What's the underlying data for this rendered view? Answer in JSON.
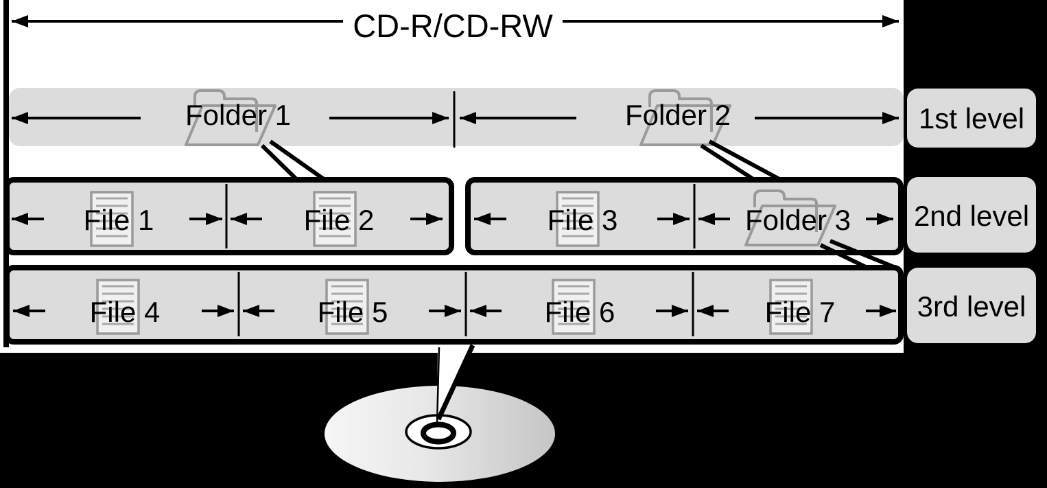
{
  "title": "CD-R/CD-RW",
  "levels": [
    {
      "tab": "1st level",
      "cells": [
        {
          "label": "Folder 1",
          "icon": "folder-icon"
        },
        {
          "label": "Folder 2",
          "icon": "folder-icon"
        }
      ]
    },
    {
      "tab": "2nd level",
      "cells": [
        {
          "label": "File 1",
          "icon": "file-icon"
        },
        {
          "label": "File 2",
          "icon": "file-icon"
        },
        {
          "label": "File 3",
          "icon": "file-icon"
        },
        {
          "label": "Folder 3",
          "icon": "folder-icon"
        }
      ]
    },
    {
      "tab": "3rd level",
      "cells": [
        {
          "label": "File 4",
          "icon": "file-icon"
        },
        {
          "label": "File 5",
          "icon": "file-icon"
        },
        {
          "label": "File 6",
          "icon": "file-icon"
        },
        {
          "label": "File 7",
          "icon": "file-icon"
        }
      ]
    }
  ],
  "icons": {
    "disc": "cd-disc-icon",
    "folder": "folder-icon",
    "file": "file-icon",
    "arrow": "dimension-arrow"
  },
  "colors": {
    "background": "#000000",
    "page": "#ffffff",
    "bar_fill": "#dcdcdc",
    "tab_fill": "#dcdcdc",
    "line": "#000000",
    "text": "#000000",
    "icon_stroke": "#9a9a9a",
    "disc_light": "#f6f6f6",
    "disc_dark": "#c5c5c5"
  }
}
